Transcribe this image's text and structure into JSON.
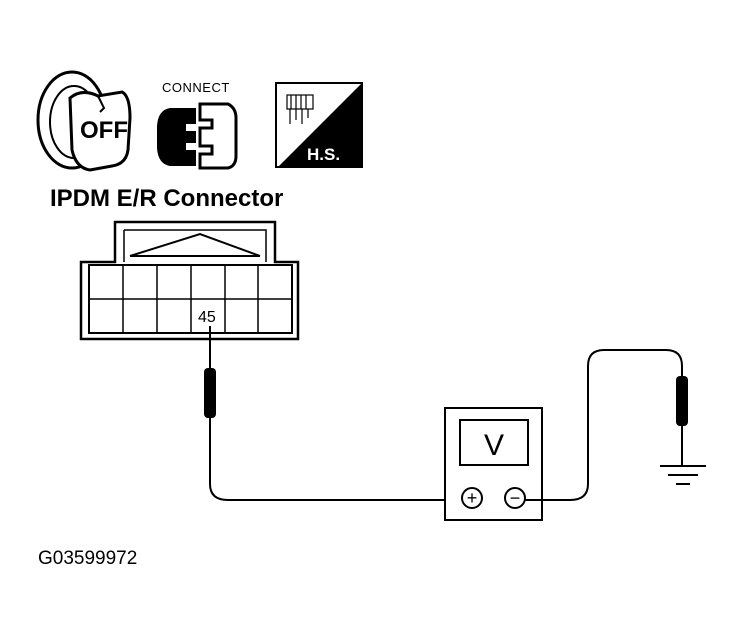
{
  "icons": {
    "ignition": {
      "name": "ignition-key-off-icon",
      "label": "OFF"
    },
    "connect": {
      "name": "connector-connect-icon",
      "label": "CONNECT"
    },
    "harness": {
      "name": "harness-side-icon",
      "label": "H.S."
    }
  },
  "connector": {
    "title": "IPDM E/R Connector",
    "pin_label": "45"
  },
  "voltmeter": {
    "label": "V",
    "positive": "+",
    "negative": "−"
  },
  "figure_code": "G03599972"
}
